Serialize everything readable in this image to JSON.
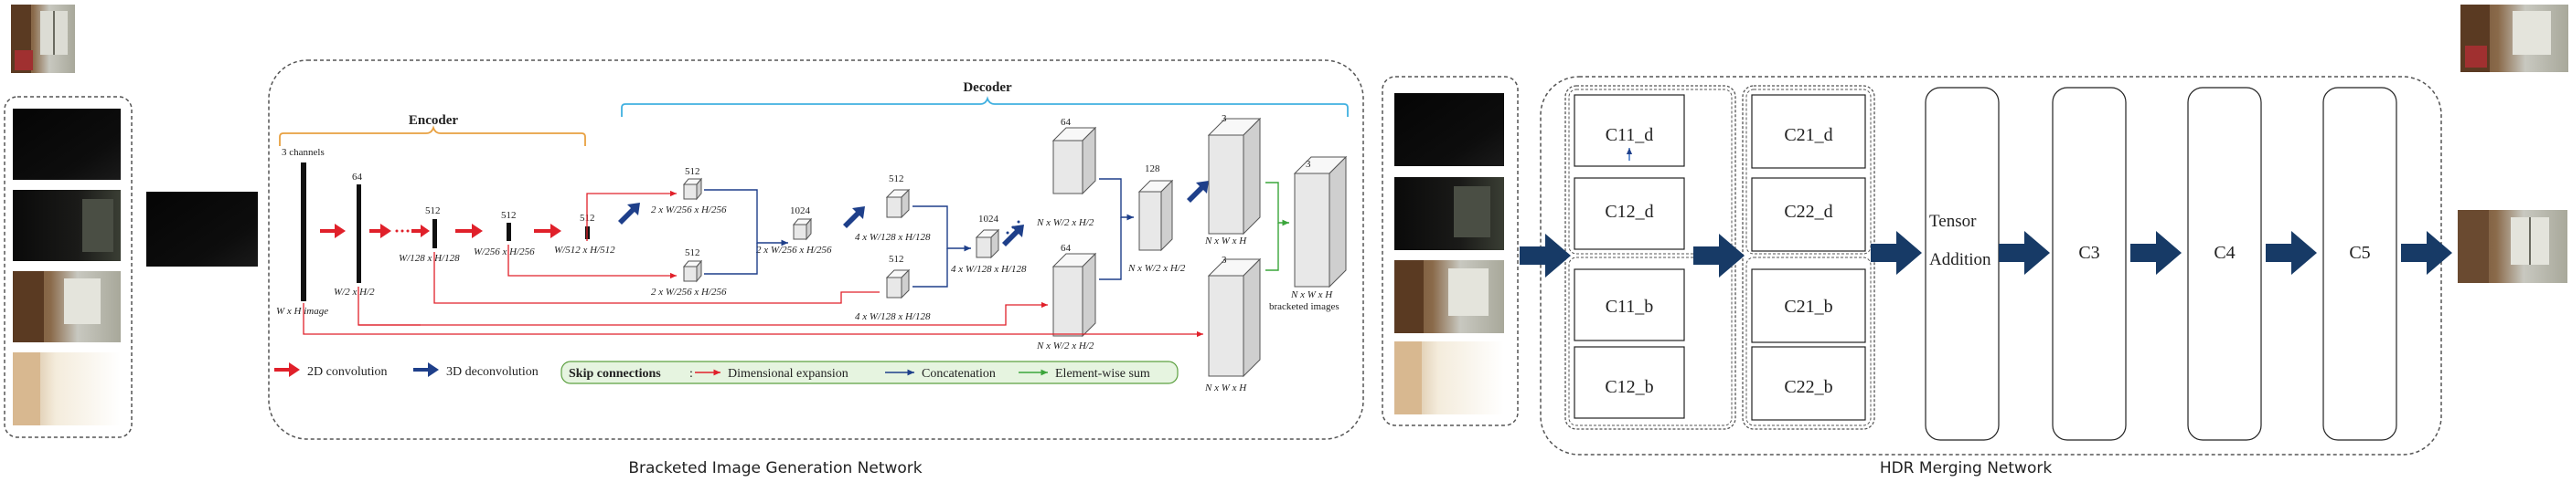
{
  "bign": {
    "title": "Bracketed Image Generation Network",
    "encoder_label": "Encoder",
    "decoder_label": "Decoder",
    "input_channels": "3 channels",
    "input_size": "W x H image",
    "enc_channels": [
      "64",
      "512",
      "512",
      "512"
    ],
    "enc_sizes": [
      "W/2 x H/2",
      "W/128 x H/128",
      "W/256 x H/256",
      "W/512 x H/512"
    ],
    "dec_channels": [
      "512",
      "512",
      "1024",
      "512",
      "512",
      "1024",
      "64",
      "64",
      "128",
      "3",
      "3",
      "3"
    ],
    "dec_sizes": [
      "2 x W/256 x H/256",
      "2 x W/256 x H/256",
      "2 x W/256 x H/256",
      "4 x W/128 x H/128",
      "4 x W/128 x H/128",
      "4 x W/128 x H/128",
      "N x W/2 x H/2",
      "N x W/2 x H/2",
      "N x W/2 x H/2",
      "N x W x H",
      "N x W x H",
      "N x W x H",
      "bracketed images"
    ],
    "legend": {
      "conv2d": "2D convolution",
      "deconv3d": "3D deconvolution",
      "skip": "Skip connections",
      "skip_sep": ":",
      "expansion": "Dimensional expansion",
      "concat": "Concatenation",
      "sum": "Element-wise sum"
    }
  },
  "hdr": {
    "title": "HDR Merging Network",
    "col1": [
      "C11_d",
      "C12_d",
      "C11_b",
      "C12_b"
    ],
    "col2": [
      "C21_d",
      "C22_d",
      "C21_b",
      "C22_b"
    ],
    "tensor_line1": "Tensor",
    "tensor_line2": "Addition",
    "c3": "C3",
    "c4": "C4",
    "c5": "C5"
  },
  "colors": {
    "red": "#e0202a",
    "blue": "#1e3f8a",
    "navy": "#173a66",
    "green": "#3aa53a",
    "orange": "#e8a040",
    "cyan": "#40b0e0",
    "legend_bg": "#e6f4e0",
    "legend_border": "#5ca040"
  }
}
